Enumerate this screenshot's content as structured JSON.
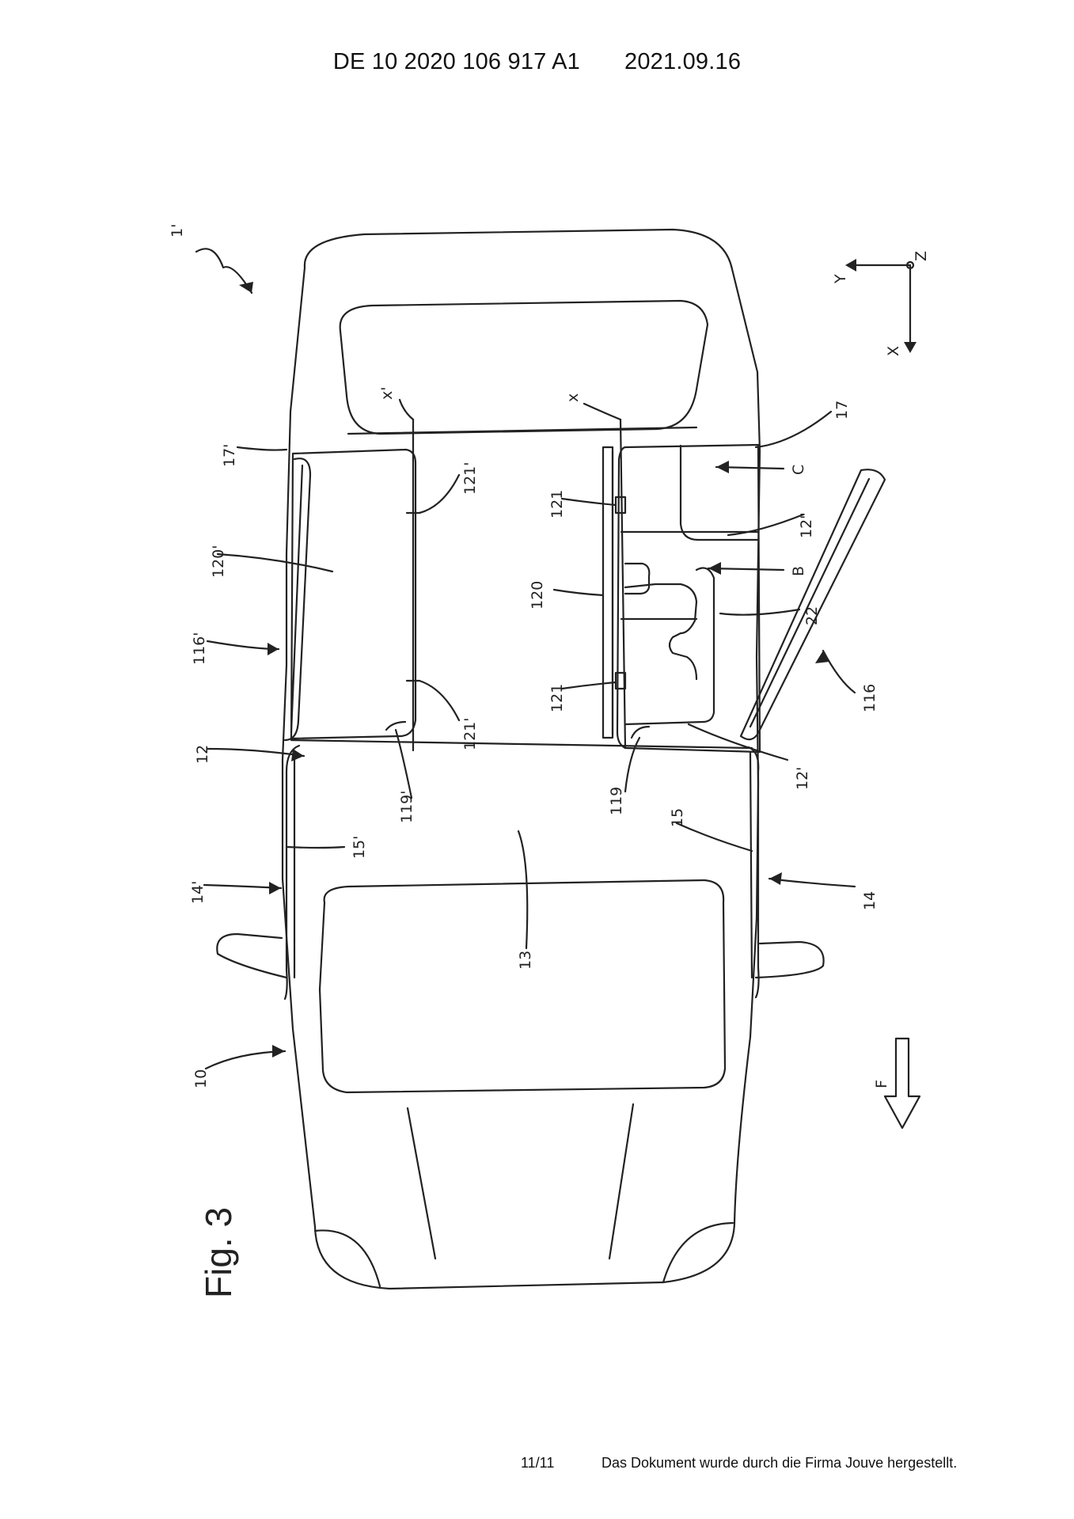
{
  "header": {
    "publication_number": "DE 10 2020 106 917 A1",
    "date": "2021.09.16"
  },
  "figure": {
    "title": "Fig. 3",
    "labels": {
      "l1p": "1'",
      "l10": "10",
      "l12": "12",
      "l12p": "12'",
      "l12pp": "12\"",
      "l13": "13",
      "l14": "14",
      "l14p": "14'",
      "l15": "15",
      "l15p": "15'",
      "l17": "17",
      "l17p": "17'",
      "l22": "22",
      "l116": "116",
      "l116p": "116'",
      "l119": "119",
      "l119p": "119'",
      "l120": "120",
      "l120p": "120'",
      "l121a": "121",
      "l121b": "121",
      "l121pa": "121'",
      "l121pb": "121'",
      "lx": "x",
      "lxp": "x'",
      "lB": "B",
      "lC": "C",
      "lF": "F",
      "axisX": "X",
      "axisY": "Y",
      "axisZ": "Z"
    }
  },
  "footer": {
    "page": "11/11",
    "producer": "Das Dokument wurde durch die Firma Jouve hergestellt."
  }
}
